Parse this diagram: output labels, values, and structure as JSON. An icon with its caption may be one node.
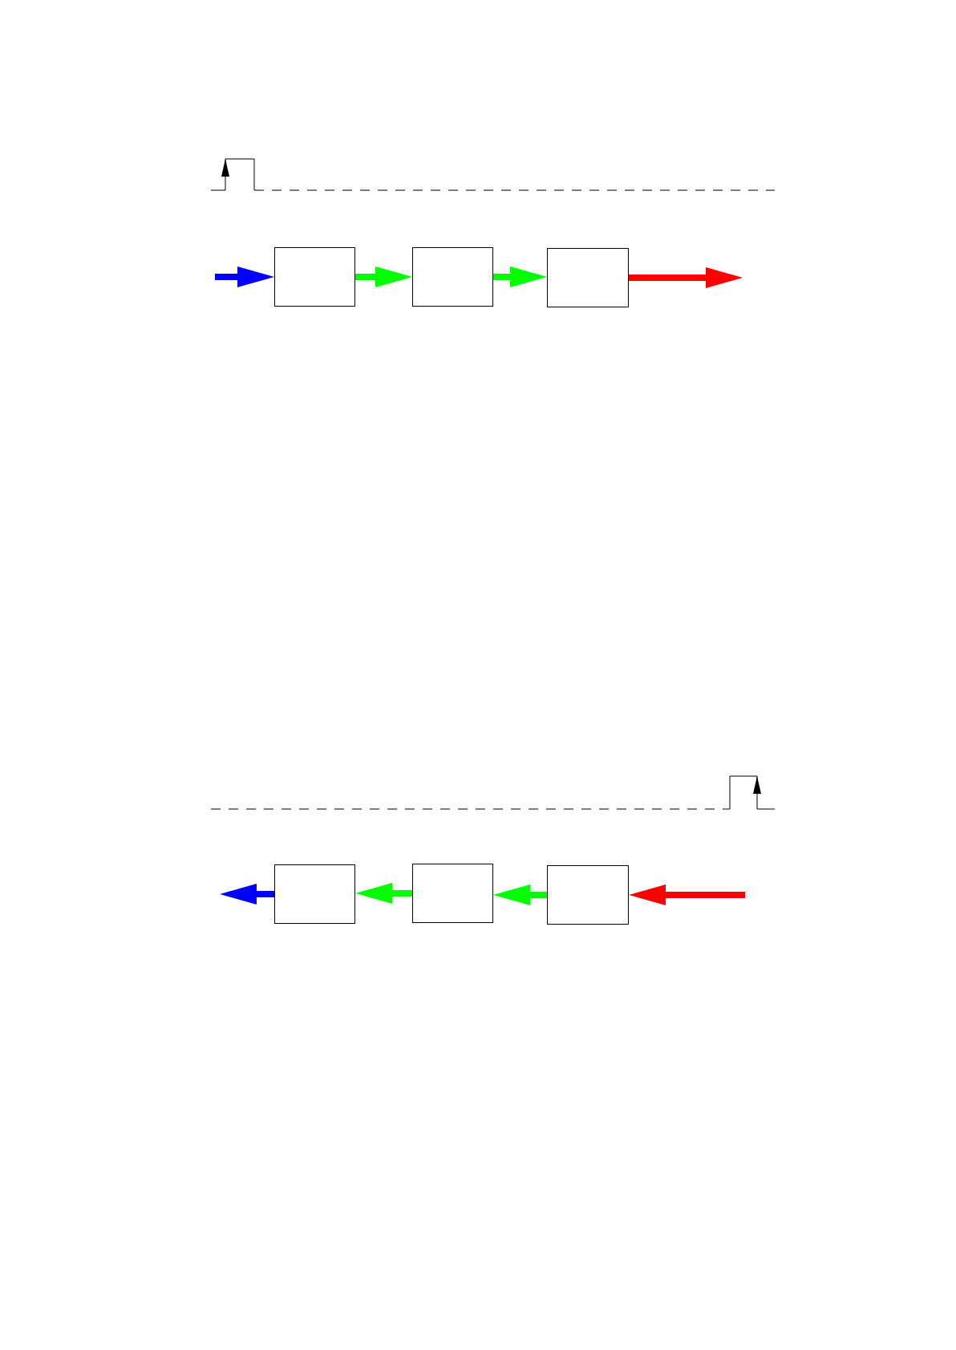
{
  "diagram": {
    "nodes": [
      {
        "text": [],
        "shape": "box"
      },
      {
        "text": [],
        "shape": "box"
      },
      {
        "text": [],
        "shape": "box"
      },
      {
        "text": [],
        "shape": "box"
      },
      {
        "text": [],
        "shape": "box"
      },
      {
        "text": [],
        "shape": "box"
      }
    ],
    "edges": [
      {
        "from": null,
        "to": 0,
        "arrow": "to",
        "color": "#0000ff"
      },
      {
        "from": 0,
        "to": 1,
        "arrow": "to",
        "color": "#00ff00"
      },
      {
        "from": 1,
        "to": 2,
        "arrow": "to",
        "color": "#00ff00"
      },
      {
        "from": 2,
        "to": null,
        "arrow": "to",
        "color": "#ff0000"
      },
      {
        "from": 3,
        "to": null,
        "arrow": "to",
        "color": "#0000ff"
      },
      {
        "from": 4,
        "to": 3,
        "arrow": "to",
        "color": "#00ff00"
      },
      {
        "from": 5,
        "to": 4,
        "arrow": "to",
        "color": "#00ff00"
      },
      {
        "from": null,
        "to": 5,
        "arrow": "to",
        "color": "#ff0000"
      }
    ]
  }
}
